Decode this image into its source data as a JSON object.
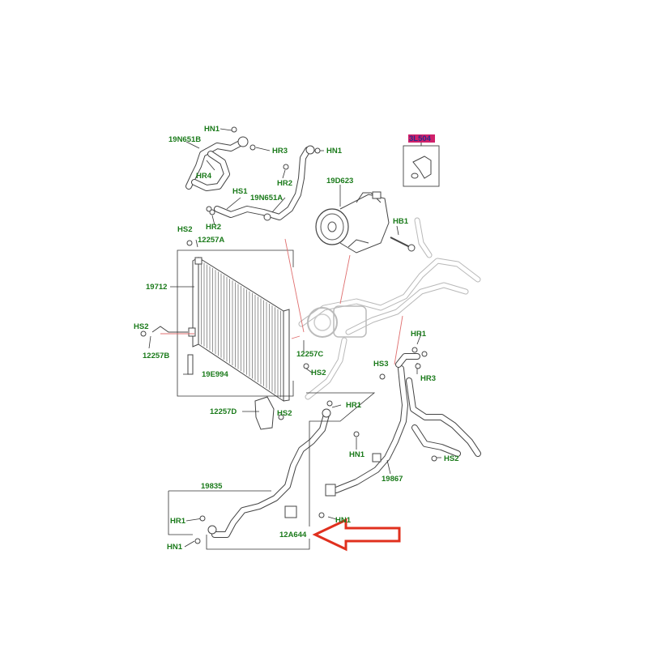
{
  "colors": {
    "label_text": "#1a7a1a",
    "highlight_bg": "#d0206a",
    "highlight_text": "#2a2a8a",
    "arrow": "#e0301e",
    "line": "#444444"
  },
  "labels": {
    "hn1_top": "HN1",
    "n19N651B": "19N651B",
    "hr3_top": "HR3",
    "hn1_right": "HN1",
    "hr4": "HR4",
    "hr2_top": "HR2",
    "hs1": "HS1",
    "n19N651A": "19N651A",
    "hr2_mid": "HR2",
    "hs2_a": "HS2",
    "n12257A": "12257A",
    "n19D623": "19D623",
    "hb1": "HB1",
    "n19712": "19712",
    "hs2_b": "HS2",
    "n12257B": "12257B",
    "n19E994": "19E994",
    "n12257C": "12257C",
    "hs2_c": "HS2",
    "hr1_right": "HR1",
    "hs3": "HS3",
    "hr3_right": "HR3",
    "n12257D": "12257D",
    "hs2_d": "HS2",
    "hr1_mid": "HR1",
    "hn1_mid": "HN1",
    "n19867": "19867",
    "hs2_e": "HS2",
    "n19835": "19835",
    "hr1_left": "HR1",
    "hn1_bottom_mid": "HN1",
    "n12A644": "12A644",
    "hn1_bottom_left": "HN1"
  },
  "highlight_label": "3L504",
  "pointer": "red-arrow-pointing-left"
}
